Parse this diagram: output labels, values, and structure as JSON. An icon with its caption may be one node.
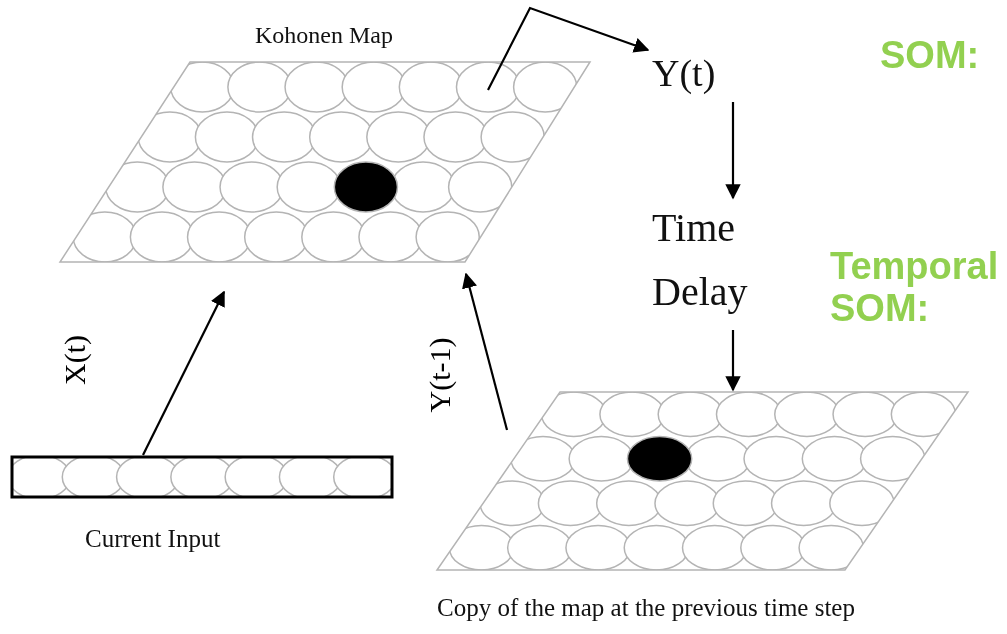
{
  "diagram": {
    "nodes": [
      {
        "text": [
          "Kohonen Map"
        ]
      },
      {
        "text": [
          "Y(t)"
        ]
      },
      {
        "text": [
          "Time Delay"
        ]
      },
      {
        "text": [
          "Copy of the map at the previous time step"
        ]
      },
      {
        "text": [
          "Current Input"
        ]
      }
    ],
    "edges": [
      {
        "from": 0,
        "to": 1,
        "arrow": "to"
      },
      {
        "from": 1,
        "to": 2,
        "arrow": "to"
      },
      {
        "from": 2,
        "to": 3,
        "arrow": "to"
      },
      {
        "from": 4,
        "to": 0,
        "arrow": "to",
        "label": "X(t)"
      },
      {
        "from": 3,
        "to": 0,
        "arrow": "to",
        "label": "Y(t-1)"
      }
    ],
    "labels": [
      "SOM:",
      "Temporal SOM:"
    ]
  }
}
